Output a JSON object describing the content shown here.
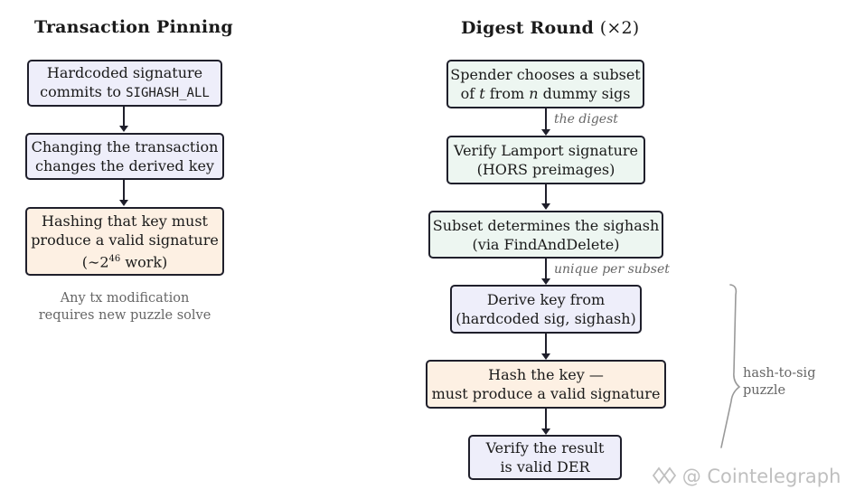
{
  "left": {
    "title": "Transaction Pinning",
    "box1": {
      "line1": "Hardcoded signature",
      "line2_prefix": "commits to ",
      "line2_code": "SIGHASH_ALL"
    },
    "box2": {
      "line1": "Changing the transaction",
      "line2": "changes the derived key"
    },
    "box3": {
      "line1": "Hashing that key must",
      "line2": "produce a valid signature",
      "line3_prefix": "(∼2",
      "line3_exp": "46",
      "line3_suffix": " work)"
    },
    "note": {
      "line1": "Any tx modification",
      "line2": "requires new puzzle solve"
    }
  },
  "right": {
    "title": "Digest Round",
    "title_suffix": "(×2)",
    "box1": {
      "line1": "Spender chooses a subset",
      "line2_a": "of ",
      "line2_t": "t",
      "line2_b": " from ",
      "line2_n": "n",
      "line2_c": " dummy sigs"
    },
    "edge1_label": "the digest",
    "box2": {
      "line1": "Verify Lamport signature",
      "line2": "(HORS preimages)"
    },
    "box3": {
      "line1": "Subset determines the sighash",
      "line2": "(via FindAndDelete)"
    },
    "edge3_label": "unique per subset",
    "box4": {
      "line1": "Derive key from",
      "line2": "(hardcoded sig, sighash)"
    },
    "box5": {
      "line1": "Hash the key —",
      "line2": "must produce a valid signature"
    },
    "box6": {
      "line1": "Verify the result",
      "line2": "is valid DER"
    },
    "brace_label": {
      "line1": "hash-to-sig",
      "line2": "puzzle"
    }
  },
  "watermark": "Cointelegraph",
  "colors": {
    "lavender": "#eeeefa",
    "mint": "#edf6f1",
    "peach": "#fdf0e3",
    "border": "#1f1f2b",
    "muted": "#666666"
  }
}
